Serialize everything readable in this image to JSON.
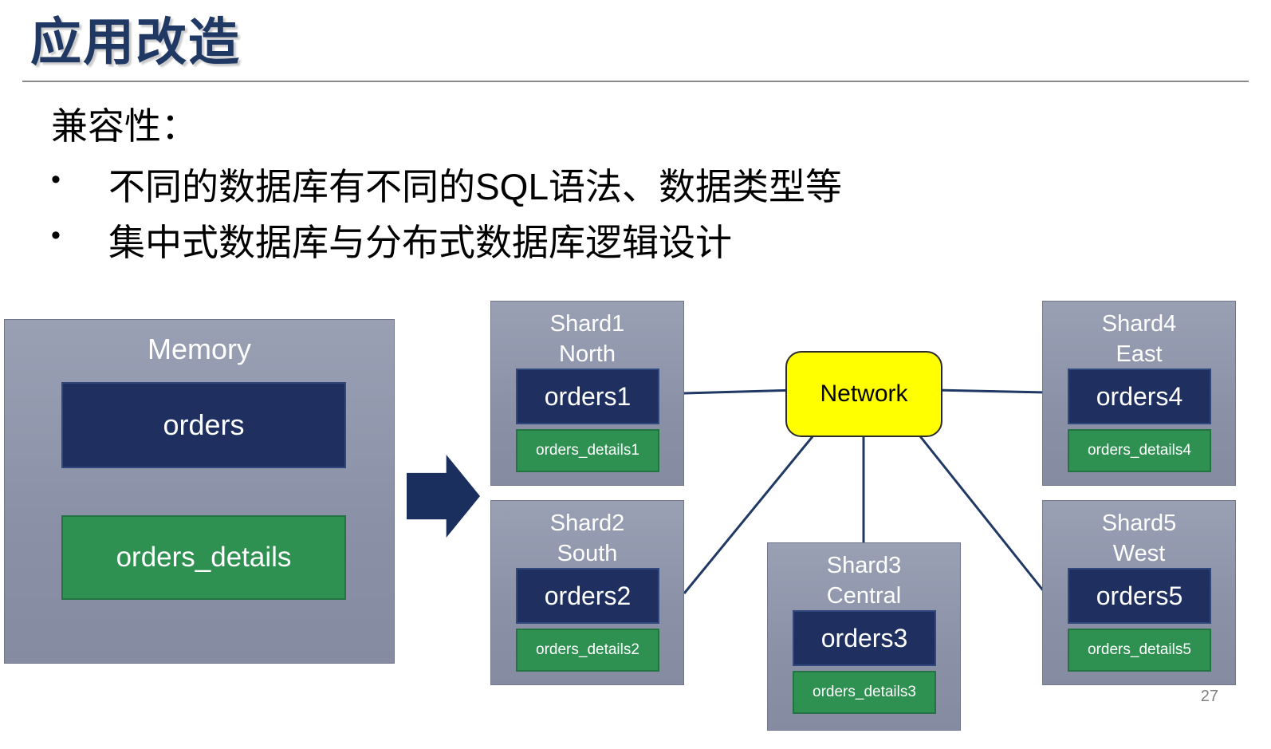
{
  "slide": {
    "title": "应用改造",
    "compatibility_heading": "兼容性：",
    "bullets": [
      "不同的数据库有不同的SQL语法、数据类型等",
      "集中式数据库与分布式数据库逻辑设计"
    ],
    "page_number": "27"
  },
  "diagram": {
    "memory": {
      "label": "Memory",
      "tables": [
        {
          "name": "orders",
          "color": "#1f3060"
        },
        {
          "name": "orders_details",
          "color": "#2e9152"
        }
      ]
    },
    "network": {
      "label": "Network",
      "color": "#ffff00"
    },
    "shards": [
      {
        "name": "Shard1",
        "region": "North",
        "orders_table": "orders1",
        "details_table": "orders_details1"
      },
      {
        "name": "Shard2",
        "region": "South",
        "orders_table": "orders2",
        "details_table": "orders_details2"
      },
      {
        "name": "Shard3",
        "region": "Central",
        "orders_table": "orders3",
        "details_table": "orders_details3"
      },
      {
        "name": "Shard4",
        "region": "East",
        "orders_table": "orders4",
        "details_table": "orders_details4"
      },
      {
        "name": "Shard5",
        "region": "West",
        "orders_table": "orders5",
        "details_table": "orders_details5"
      }
    ],
    "colors": {
      "title_blue": "#203864",
      "navy_table": "#1f3060",
      "green_table": "#2e9152",
      "gray_container": "#8a90a6",
      "connector_line": "#1f3864",
      "network_yellow": "#ffff00"
    }
  }
}
